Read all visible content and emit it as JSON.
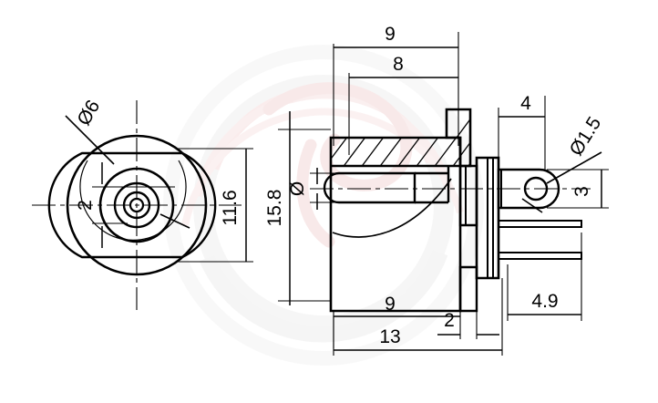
{
  "drawing": {
    "title": "DC power jack connector mechanical drawing",
    "background_color": "#ffffff",
    "line_color": "#000000",
    "watermark_color": "#f2dede",
    "watermark_gray": "#eeeeee",
    "views": [
      {
        "name": "front-view",
        "description": "Front face view with concentric circles"
      },
      {
        "name": "side-section-view",
        "description": "Side cross-section view with hatching and pins"
      }
    ]
  },
  "dimensions": {
    "front_view": {
      "bore_diameter": "Ø6",
      "pin_offset": "2",
      "body_height": "11.6"
    },
    "side_view": {
      "flange_to_step": "9",
      "barrel_inner": "8",
      "overall_height": "15.8",
      "center_bore": "Ø",
      "pin_diameter": "Ø1.5",
      "pin_height": "3",
      "pin_tip_length": "4",
      "body_length": "9",
      "flange_thickness": "2",
      "total_length": "13",
      "pin_pitch": "4.9"
    }
  },
  "labels": [
    {
      "id": "d6",
      "text": "Ø6",
      "name": "dimension-label-d6"
    },
    {
      "id": "two_front",
      "text": "2",
      "name": "dimension-label-2-front"
    },
    {
      "id": "h116",
      "text": "11.6",
      "name": "dimension-label-11-6"
    },
    {
      "id": "nine_top",
      "text": "9",
      "name": "dimension-label-9-top"
    },
    {
      "id": "eight",
      "text": "8",
      "name": "dimension-label-8"
    },
    {
      "id": "h158",
      "text": "15.8",
      "name": "dimension-label-15-8"
    },
    {
      "id": "dia",
      "text": "Ø",
      "name": "dimension-label-diameter"
    },
    {
      "id": "four",
      "text": "4",
      "name": "dimension-label-4"
    },
    {
      "id": "d15",
      "text": "Ø1.5",
      "name": "dimension-label-d1-5"
    },
    {
      "id": "three",
      "text": "3",
      "name": "dimension-label-3"
    },
    {
      "id": "nine_bot",
      "text": "9",
      "name": "dimension-label-9-bottom"
    },
    {
      "id": "two_bot",
      "text": "2",
      "name": "dimension-label-2-bottom"
    },
    {
      "id": "thirteen",
      "text": "13",
      "name": "dimension-label-13"
    },
    {
      "id": "four9",
      "text": "4.9",
      "name": "dimension-label-4-9"
    }
  ]
}
